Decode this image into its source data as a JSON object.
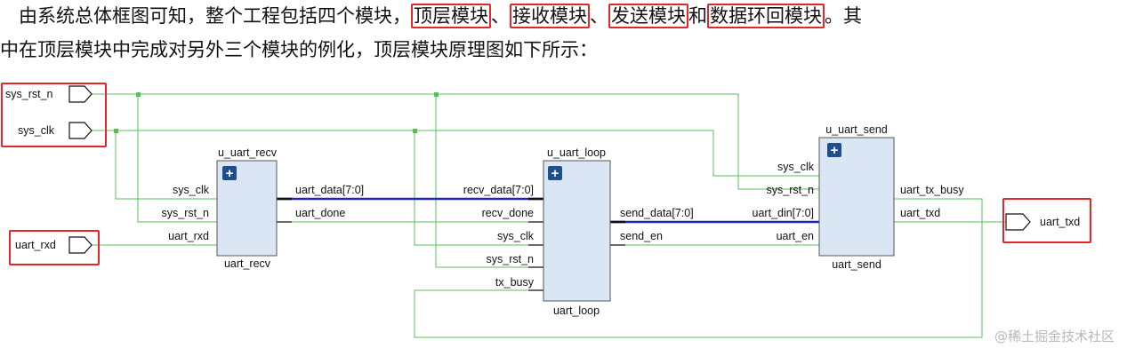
{
  "intro": {
    "line1": [
      {
        "text": "　由系统总体框图可知，整个工程包括四个模块，",
        "boxed": false
      },
      {
        "text": "顶层模块",
        "boxed": true
      },
      {
        "text": "、",
        "boxed": false
      },
      {
        "text": "接收模块",
        "boxed": true
      },
      {
        "text": "、",
        "boxed": false
      },
      {
        "text": "发送模块",
        "boxed": true
      },
      {
        "text": "和",
        "boxed": false
      },
      {
        "text": "数据环回模块",
        "boxed": true
      },
      {
        "text": "。其",
        "boxed": false
      }
    ],
    "line2": "中在顶层模块中完成对另外三个模块的例化，顶层模块原理图如下所示："
  },
  "ports": {
    "sys_rst_n": "sys_rst_n",
    "sys_clk": "sys_clk",
    "uart_rxd": "uart_rxd",
    "uart_txd": "uart_txd"
  },
  "modules": {
    "recv": {
      "instance": "u_uart_recv",
      "type": "uart_recv",
      "inputs": [
        "sys_clk",
        "sys_rst_n",
        "uart_rxd"
      ],
      "outputs": [
        "uart_data[7:0]",
        "uart_done"
      ]
    },
    "loop": {
      "instance": "u_uart_loop",
      "type": "uart_loop",
      "inputs": [
        "recv_data[7:0]",
        "recv_done",
        "sys_clk",
        "sys_rst_n",
        "tx_busy"
      ],
      "outputs": [
        "send_data[7:0]",
        "send_en"
      ]
    },
    "send": {
      "instance": "u_uart_send",
      "type": "uart_send",
      "inputs": [
        "sys_clk",
        "sys_rst_n",
        "uart_din[7:0]",
        "uart_en"
      ],
      "outputs": [
        "uart_tx_busy",
        "uart_txd"
      ]
    }
  },
  "plus_glyph": "+",
  "watermark": "@稀土掘金技术社区",
  "colors": {
    "wire": "#55c255",
    "bus": "#1a27b8",
    "module_fill": "#dbe6f5",
    "highlight": "#e0282b"
  }
}
